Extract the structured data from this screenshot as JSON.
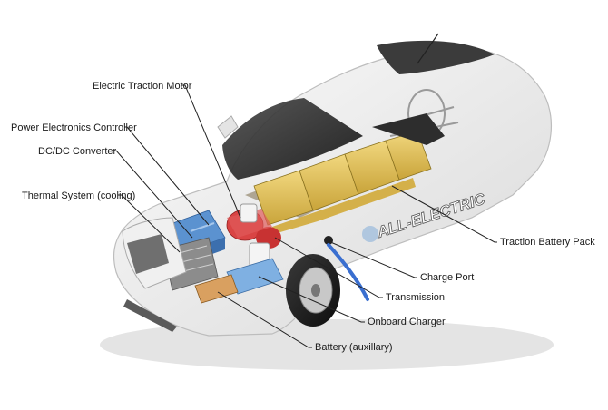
{
  "labels": {
    "electric_traction_motor": "Electric Traction Motor",
    "power_electronics_controller": "Power Electronics Controller",
    "dc_dc_converter": "DC/DC Converter",
    "thermal_system": "Thermal System (cooling)",
    "traction_battery_pack": "Traction Battery Pack",
    "charge_port": "Charge Port",
    "transmission": "Transmission",
    "onboard_charger": "Onboard Charger",
    "battery_auxiliary": "Battery (auxillary)"
  },
  "car_decal": "ALL-ELECTRIC",
  "colors": {
    "battery_cells": "#e6c35a",
    "motor": "#d63a3a",
    "converter": "#4a86c8",
    "charge_cable": "#3a6fd0",
    "body_outline": "#c9c9c9",
    "leader_line": "#222222"
  }
}
